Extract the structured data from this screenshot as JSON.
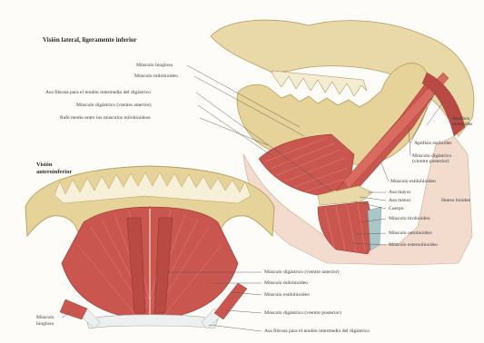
{
  "views": {
    "lateral_title": "Visión lateral, ligeramente inferior",
    "anterior_title_line1": "Visión",
    "anterior_title_line2": "anteroinferior"
  },
  "lateral_labels_left": [
    "Músculo hiogloso",
    "Músculo milohioideo",
    "Asa fibrosa para el tendón intermedio del digástrico",
    "Músculo digástrico (vientre anterior)",
    "Rafe medio entre los músculos milohioideos"
  ],
  "lateral_labels_right": [
    "Apófisis mastoides",
    "Apófisis estiloides",
    "Músculo digástrico (vientre posterior)",
    "Músculo estilohioideo",
    "Asa mayor",
    "Asa menor",
    "Cuerpo",
    "Hueso hioides",
    "Músculo tirohioideo",
    "Músculo omohioideo",
    "Músculo esternohioideo"
  ],
  "anterior_labels": [
    "Músculo digástrico (vientre anterior)",
    "Músculo milohioideo",
    "Músculo estilohioideo",
    "Músculo digástrico (vientre posterior)",
    "Asa fibrosa para el tendón intermedio del digástrico"
  ],
  "anterior_left_label_line1": "Músculo",
  "anterior_left_label_line2": "hiogloso",
  "colors": {
    "bone": "#e9d9a8",
    "bone_shadow": "#b89b5e",
    "muscle": "#c9564f",
    "muscle_light": "#e08a80",
    "tendon": "#eef0ef",
    "line": "#555555"
  }
}
